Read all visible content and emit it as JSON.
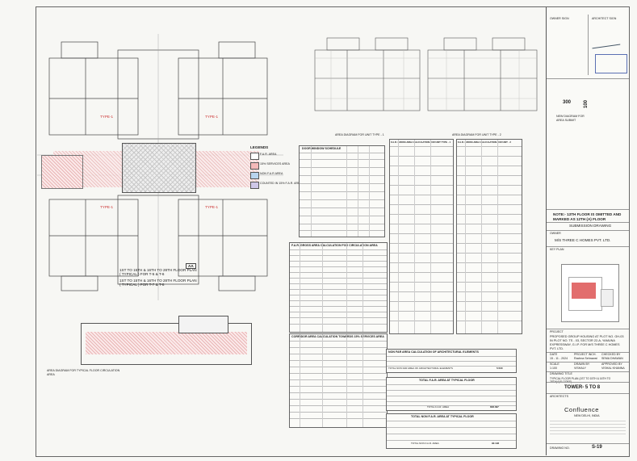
{
  "left_plan": {
    "tags": [
      "TYPE-1",
      "TYPE-1",
      "TYPE-1",
      "TYPE-1"
    ],
    "section_marker": "AA",
    "notes": [
      "1ST TO 15TH & 16TH TO 28TH FLOOR PLAN",
      "( TYPICAL ) FOR T-5 & T-6",
      "1ST TO 15TH & 16TH TO 28TH FLOOR PLAN",
      "( TYPICAL ) FOR T-7 & T-8"
    ]
  },
  "legend": {
    "title": "LEGENDS",
    "items": [
      "F.A.R. AREA",
      "15% SERVICES AREA",
      "NON F.A.R AREA",
      "COUNTED IN 15% F.A.R. AREA"
    ],
    "colors": [
      "#ffffff",
      "#f4b9b9",
      "#b8d4ee",
      "#cfc7e8"
    ]
  },
  "circulation_caption": [
    "AREA DIAGRAM FOR TYPICAL FLOOR CIRCULATION",
    "AREA"
  ],
  "unit_plan_captions": [
    "AREA DIAGRAM FOR UNIT TYPE - 1",
    "AREA DIAGRAM FOR UNIT TYPE - 2"
  ],
  "tables": {
    "door_window": "DOOR WINDOW SCHEDULE",
    "far_circulation": "F.A.R. GROSS AREA CALCULATION FOR CIRCULATION AREA",
    "corridor": "CORRIDOR AREA CALCULATION TOWARDS 15% SERVICES AREA",
    "unit_type_1": "F.A.R. GROSS AREA CALCULATION FOR UNIT TYPE - 1",
    "unit_type_2": "F.A.R. GROSS AREA CALCULATION FOR UNIT - 2",
    "non_far": "NON FAR AREA CALCULATION OF ARCHITECTURAL ELEMENTS",
    "total_far": "TOTAL F.A.R. AREA AT TYPICAL FLOOR",
    "total_non_far": "TOTAL NON F.A.R. AREA AT TYPICAL FLOOR",
    "non_far_total_row": "TOTAL NON FAR AREA OF ARCHITECTURAL ELEMENTS",
    "non_far_total_value": "5.530",
    "total_far_row": "TOTAL F.A.R. AREA",
    "total_far_value": "848.397",
    "total_non_far_row": "TOTAL NON F.A.R. AREA",
    "total_non_far_value": "92.192"
  },
  "title_block": {
    "owner_sign": "OWNER SIGN",
    "architect_sign": "ARCHITECT SIGN",
    "scale_nums": [
      "300",
      "100"
    ],
    "scale_caption": [
      "NEW DIAGRAM FOR",
      "AREA SUBMIT"
    ],
    "note": "NOTE:- 13TH FLOOR IS OMITTED AND MARKED AS 12TH (A) FLOOR",
    "submission": "SUBMISSION DRAWING",
    "owner_label": "OWNER",
    "owner": "M/S THREE C HOMES PVT. LTD.",
    "key_plan": "KEY PLAN",
    "project_label": "PROJECT",
    "project": "PROPOSED GROUP HOUSING AT PLOT NO. GH-03 IN PLOT NO. TS - 03, SECTOR 22-A, YAMUNA EXPRESSWAY, G.I.P. FOR M/S THREE C HOMES PVT. LTD.",
    "fields": {
      "date_label": "DATE",
      "date": "15 - 11 - 2024",
      "project_incharge_label": "PROJECT INCH.",
      "project_incharge": "Rachna Sehrawat",
      "checked_label": "CHECKED BY",
      "checked": "SEMA DHAWAN",
      "scale_label": "SCALE",
      "scale": "1:100",
      "drawn_label": "DRAWN BY",
      "drawn": "VISHALY",
      "approved_label": "APPROVED BY",
      "approved": "VISHAL KHANNA"
    },
    "drawing_title_label": "DRAWING TITLE",
    "drawing_title": "TYPICAL FLOOR PLAN (1ST TO 15TH & 16TH TO 28TH(A)FLOORS)",
    "tower": "TOWER- 5 TO 8",
    "architects_label": "ARCHITECTS",
    "firm": "Confluence",
    "firm_sub": "NEW DELHI, INDIA",
    "drawing_no_label": "DRAWING NO.",
    "drawing_no": "S-19"
  }
}
